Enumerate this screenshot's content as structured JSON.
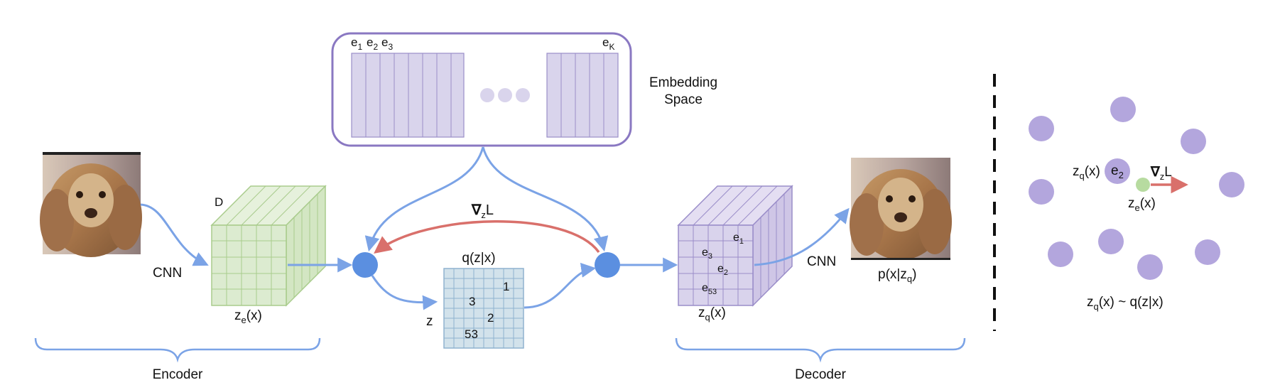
{
  "colors": {
    "arrow_blue": "#7ba3e6",
    "gradient_red": "#d9706b",
    "embedding_border": "#8a78c2",
    "embedding_fill": "#d9d4ec",
    "embedding_line": "#9a8ec9",
    "encoder_cube_fill": "#dcebd0",
    "encoder_cube_line": "#a9cc8c",
    "decoder_cube_fill": "#d9d3ec",
    "decoder_cube_line": "#9a8dc9",
    "grid_fill": "#d2e2eb",
    "grid_line": "#8fb2cf",
    "node_blue": "#5b8fe0",
    "cluster_purple": "#b3a6dd",
    "point_green": "#b7dba0",
    "dashed_divider": "#111111"
  },
  "embedding": {
    "e1": "e",
    "e1_sub": "1",
    "e2": "e",
    "e2_sub": "2",
    "e3": "e",
    "e3_sub": "3",
    "ek": "e",
    "ek_sub": "K",
    "label_line1": "Embedding",
    "label_line2": "Space"
  },
  "encoder": {
    "input_image_icon": "dog-photo",
    "cnn_label": "CNN",
    "d_label": "D",
    "ze_label": "z",
    "ze_sub": "e",
    "ze_arg": "(x)",
    "section_label": "Encoder"
  },
  "quantizer": {
    "gradient_nabla": "∇",
    "gradient_sub": "z",
    "gradient_rest": "L",
    "grid_title": "q(z|x)",
    "z_label": "z",
    "cells": [
      "1",
      "3",
      "2",
      "53"
    ]
  },
  "decoder": {
    "zq_label": "z",
    "zq_sub": "q",
    "zq_arg": "(x)",
    "cube_labels": [
      {
        "main": "e",
        "sub": "1"
      },
      {
        "main": "e",
        "sub": "3"
      },
      {
        "main": "e",
        "sub": "2"
      },
      {
        "main": "e",
        "sub": "53"
      }
    ],
    "cnn_label": "CNN",
    "output_image_icon": "dog-photo",
    "output_label": "p(x|z",
    "output_sub": "q",
    "output_close": ")",
    "section_label": "Decoder"
  },
  "right_panel": {
    "zq_label": "z",
    "zq_sub": "q",
    "zq_arg": "(x)",
    "e2_label": "e",
    "e2_sub": "2",
    "grad_nabla": "∇",
    "grad_sub": "z",
    "grad_rest": "L",
    "ze_label": "z",
    "ze_sub": "e",
    "ze_arg": "(x)",
    "caption": "z",
    "caption_sub": "q",
    "caption_rest": "(x) ~ q(z|x)"
  }
}
